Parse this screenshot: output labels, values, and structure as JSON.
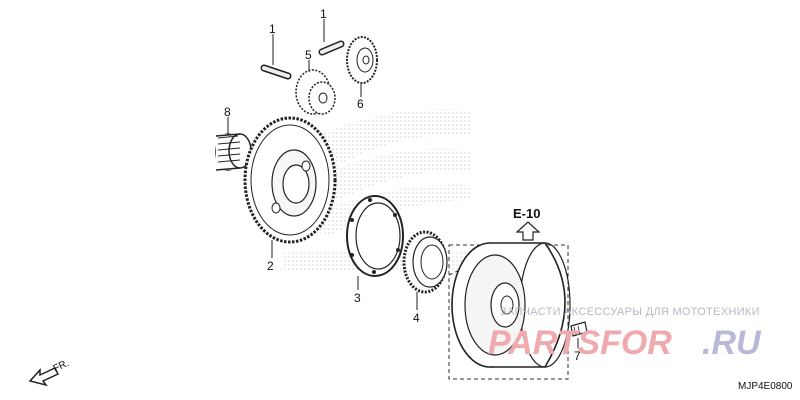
{
  "diagram": {
    "reference_code": "MJP4E0800",
    "front_marker": "FR.",
    "section_ref": "E-10",
    "parts": [
      {
        "number": "1"
      },
      {
        "number": "1"
      },
      {
        "number": "2"
      },
      {
        "number": "3"
      },
      {
        "number": "4"
      },
      {
        "number": "5"
      },
      {
        "number": "6"
      },
      {
        "number": "7"
      },
      {
        "number": "8"
      }
    ]
  },
  "watermark": {
    "tagline": "ЗАПЧАСТИ АКСЕССУАРЫ ДЛЯ МОТОТЕХНИКИ",
    "brand_main": "PARTSFOR",
    "brand_suffix": ".RU",
    "colors": {
      "brand": "#e8797f",
      "suffix": "#9a9cc8",
      "tagline": "#b9b9c6"
    }
  }
}
